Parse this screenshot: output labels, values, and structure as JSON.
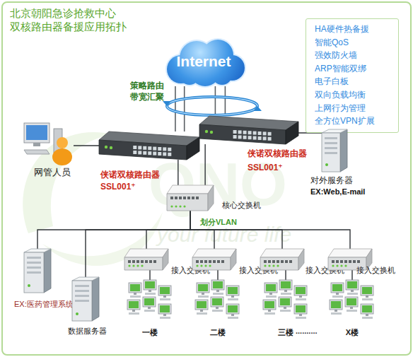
{
  "diagram": {
    "title": "北京朝阳急诊抢救中心 双核路由器备援应用拓扑",
    "nodes": [
      {
        "text": [
          "HA硬件热备援",
          "智能QoS",
          "强效防火墙",
          "ARP智能双绑",
          "电子白板",
          "双向负载均衡",
          "上网行为管理",
          "全方位VPN扩展"
        ]
      },
      {
        "text": [
          "Internet"
        ]
      },
      {
        "text": [
          "网管人员"
        ]
      },
      {
        "text": [
          "侠诺双核路由器",
          "SSL001⁺"
        ]
      },
      {
        "text": [
          "侠诺双核路由器",
          "SSL001⁺"
        ]
      },
      {
        "text": [
          "对外服务器",
          "EX:Web,E-mail"
        ]
      },
      {
        "text": [
          "核心交换机"
        ]
      },
      {
        "text": [
          "EX:医药管理系统"
        ]
      },
      {
        "text": [
          "数据服务器"
        ]
      },
      {
        "text": [
          "接入交换机"
        ]
      },
      {
        "text": [
          "接入交换机"
        ]
      },
      {
        "text": [
          "接入交换机"
        ]
      },
      {
        "text": [
          "接入交换机"
        ]
      },
      {
        "text": [
          "一楼"
        ]
      },
      {
        "text": [
          "二楼"
        ]
      },
      {
        "text": [
          "三楼"
        ]
      },
      {
        "text": [
          "X楼"
        ]
      }
    ],
    "edges": [
      {
        "from": 1,
        "to": 3,
        "arrow": "none"
      },
      {
        "from": 1,
        "to": 3,
        "arrow": "none"
      },
      {
        "from": 1,
        "to": 4,
        "arrow": "none"
      },
      {
        "from": 1,
        "to": 4,
        "arrow": "none"
      },
      {
        "from": 2,
        "to": 3,
        "arrow": "none"
      },
      {
        "from": 4,
        "to": 5,
        "arrow": "none"
      },
      {
        "from": 3,
        "to": 6,
        "arrow": "none"
      },
      {
        "from": 4,
        "to": 6,
        "arrow": "none"
      },
      {
        "from": 6,
        "to": 7,
        "arrow": "none"
      },
      {
        "from": 6,
        "to": 8,
        "arrow": "none"
      },
      {
        "from": 6,
        "to": 9,
        "arrow": "none"
      },
      {
        "from": 6,
        "to": 10,
        "arrow": "none"
      },
      {
        "from": 6,
        "to": 11,
        "arrow": "none"
      },
      {
        "from": 6,
        "to": 12,
        "arrow": "none"
      },
      {
        "from": 9,
        "to": 13,
        "arrow": "none"
      },
      {
        "from": 10,
        "to": 14,
        "arrow": "none"
      },
      {
        "from": 11,
        "to": 15,
        "arrow": "none"
      },
      {
        "from": 12,
        "to": 16,
        "arrow": "none"
      }
    ],
    "labels": [
      "策略路由 带宽汇聚",
      "划分VLAN",
      "..........",
      "your future life",
      "QNO"
    ]
  }
}
